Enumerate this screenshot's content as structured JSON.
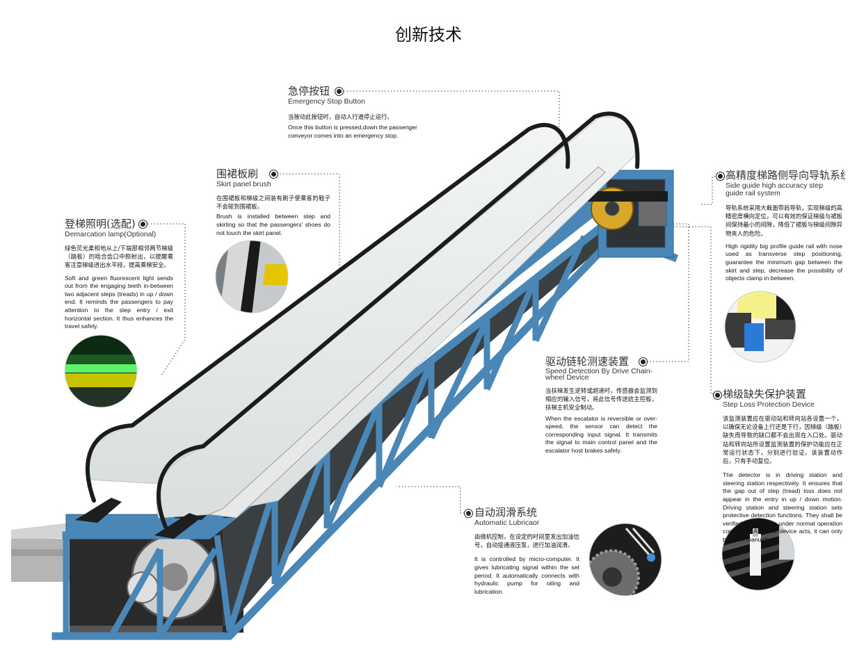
{
  "page": {
    "title": "创新技术"
  },
  "features": {
    "emergency_stop": {
      "title_cn": "急停按钮",
      "title_en": "Emergency Stop Button",
      "desc_cn": "当按动此按钮时，自动人行道停止运行。",
      "desc_en": "Once this button is pressed,down the passenger conveyor comes into an emergency stop."
    },
    "skirt_brush": {
      "title_cn": "围裙板刷",
      "title_en": "Skirt panel brush",
      "desc_cn": "在围裙板和梯级之间装有刷子使乘客的鞋子不会碰到围裙板。",
      "desc_en": "Brush is installed between step and skirting so that the passengers’ shoes do not touch the skirt panel."
    },
    "demarcation_lamp": {
      "title_cn": "登梯照明(选配)",
      "title_en": "Demarcation lamp(Optional)",
      "desc_cn": "绿色荧光柔和地从上/下端部相邻两节梯级（踏板）的啮合齿口中照射出，以提醒乘客注意梯级进出水平段，提高乘梯安全。",
      "desc_en": "Soft and green fluorescent light sends out from the engaging teeth in-between two adjacent steps (treads) in up / down end. It reminds the passengers to pay attention to the step entry / exit horizontal section. It thus enhances the travel safely."
    },
    "side_guide": {
      "title_cn": "高精度梯路侧导向导轨系统",
      "title_en": "Side guide high accuracy step guide rail system",
      "desc_cn": "导轨系统采用大截面带肩导轨，实现梯级的高精密度横向定位，可以有效的保证梯级与裙板间保持最小的间隙，降低了裙板与梯级间隙异物夹人的危险。",
      "desc_en": "High rigidity big profile guide rail with nose used as transverse step positioning, guarantee the minimum gap between the skirt and step, decrease the possibility of objects clamp in between."
    },
    "speed_detection": {
      "title_cn": "驱动链轮测速装置",
      "title_en": "Speed Detection By Drive Chain-wheel Device",
      "desc_cn": "当扶梯发生逆转或超速时，传感器会监测到相应的输入信号，将此信号传送给主控板，扶梯主机安全制动。",
      "desc_en": "When the escalator is reversible or over-speed, the sensor can detect the corresponding input signal. It transmits the signal to main control panel and the escalator host brakes safely."
    },
    "step_loss": {
      "title_cn": "梯级缺失保护装置",
      "title_en": "Step Loss Protection Device",
      "desc_cn": "该监测装置应在驱动站和转向站各设置一个，以确保无论设备上行还是下行，因梯级（踏板）缺失而导致的缺口都不会出现在入口处。驱动站和转向站所设置监测装置的保护功能应在正常运行状态下，分别进行验证。该装置动作后，只有手动复位。",
      "desc_en": "The detector is in driving station and steering station respectively. It ensures that the gap out of step (tread) loss does not appear in the entry in up / down motion. Driving station and steering station sets protective detection functions. They shall be verified respectively under normal operation conditions. After the device acts, it can only be reset manually."
    },
    "lubricator": {
      "title_cn": "自动润滑系统",
      "title_en": "Automatic Lubricaor",
      "desc_cn": "由微机控制，在设定的时间里发出加油信号，自动接通液压泵，进行加油润滑。",
      "desc_en": "It is controlled by micro-computer. It gives lubricating signal within the set period. It automatically connects with hydraulic pump for oiling and lubrication."
    }
  },
  "colors": {
    "truss": "#4a87b6",
    "truss_dark": "#2c5f88",
    "glass": "#e6ebeb",
    "handrail": "#1c1c1c",
    "lamp_green": "#3ed04a"
  }
}
